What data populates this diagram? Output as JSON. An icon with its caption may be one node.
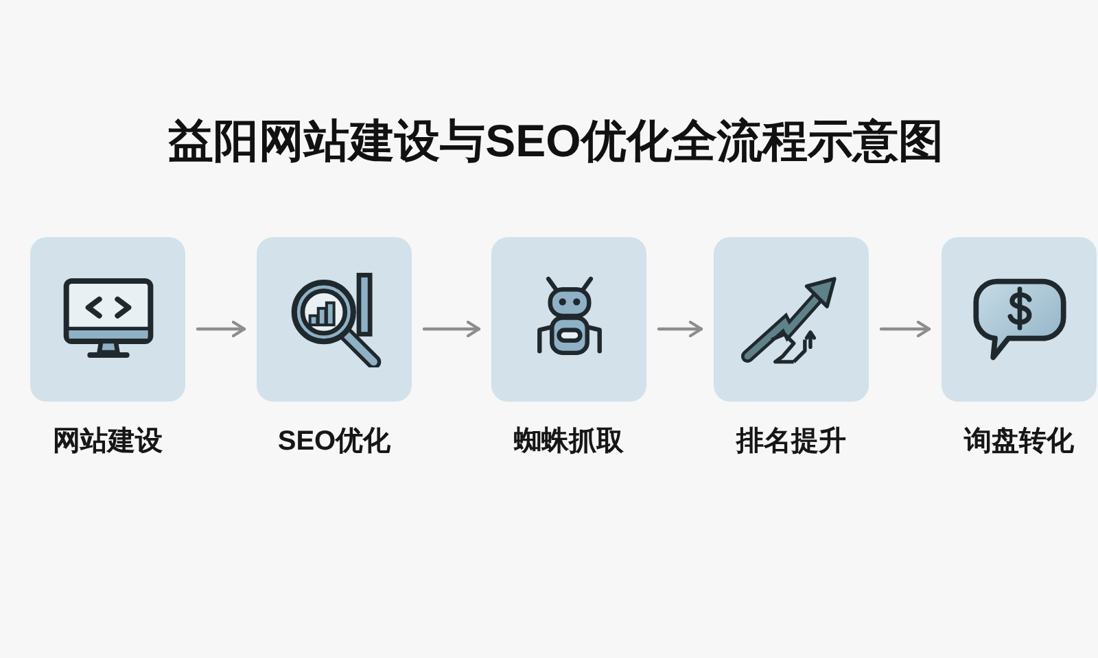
{
  "diagram": {
    "title": "益阳网站建设与SEO优化全流程示意图",
    "nodes": [
      {
        "text": [
          "网站建设"
        ]
      },
      {
        "text": [
          "SEO优化"
        ]
      },
      {
        "text": [
          "蜘蛛抓取"
        ]
      },
      {
        "text": [
          "排名提升"
        ]
      },
      {
        "text": [
          "询盘转化"
        ]
      }
    ],
    "edges": [
      {
        "from": 0,
        "to": 1,
        "arrow": "to"
      },
      {
        "from": 1,
        "to": 2,
        "arrow": "to"
      },
      {
        "from": 2,
        "to": 3,
        "arrow": "to"
      },
      {
        "from": 3,
        "to": 4,
        "arrow": "to"
      }
    ]
  }
}
